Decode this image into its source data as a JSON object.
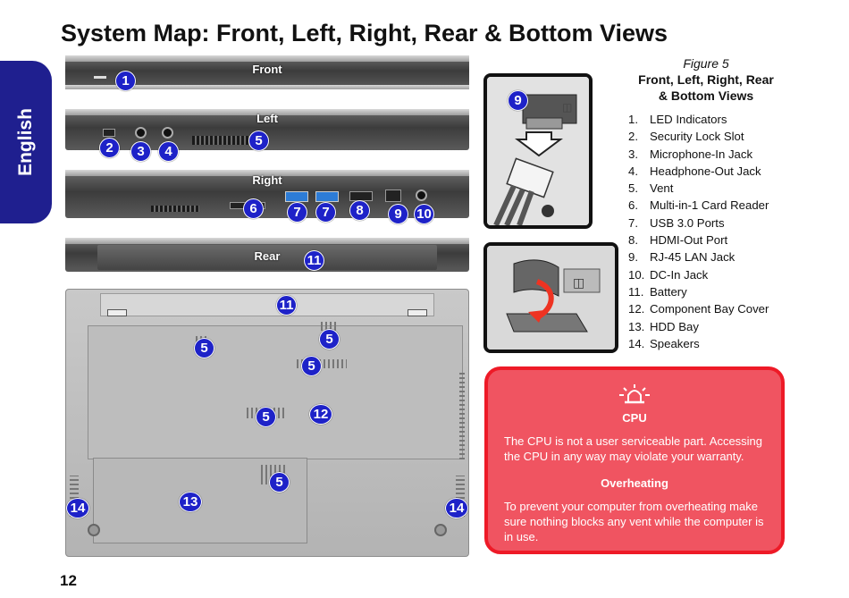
{
  "page": {
    "title": "System Map: Front, Left, Right, Rear & Bottom Views",
    "language_tab": "English",
    "page_number": "12"
  },
  "views": {
    "front_label": "Front",
    "left_label": "Left",
    "right_label": "Right",
    "rear_label": "Rear"
  },
  "callouts": {
    "c1": "1",
    "c2": "2",
    "c3": "3",
    "c4": "4",
    "c5": "5",
    "c6": "6",
    "c7": "7",
    "c8": "8",
    "c9": "9",
    "c10": "10",
    "c11": "11",
    "c12": "12",
    "c13": "13",
    "c14": "14"
  },
  "figure": {
    "number": "Figure 5",
    "name_line1": "Front, Left, Right, Rear",
    "name_line2": "& Bottom Views"
  },
  "legend": [
    {
      "num": "1.",
      "label": "LED Indicators"
    },
    {
      "num": "2.",
      "label": "Security Lock Slot"
    },
    {
      "num": "3.",
      "label": "Microphone-In Jack"
    },
    {
      "num": "4.",
      "label": "Headphone-Out Jack"
    },
    {
      "num": "5.",
      "label": "Vent"
    },
    {
      "num": "6.",
      "label": "Multi-in-1 Card Reader"
    },
    {
      "num": "7.",
      "label": "USB 3.0 Ports"
    },
    {
      "num": "8.",
      "label": "HDMI-Out Port"
    },
    {
      "num": "9.",
      "label": "RJ-45 LAN Jack"
    },
    {
      "num": "10.",
      "label": "DC-In Jack"
    },
    {
      "num": "11.",
      "label": "Battery"
    },
    {
      "num": "12.",
      "label": "Component Bay Cover"
    },
    {
      "num": "13.",
      "label": "HDD Bay"
    },
    {
      "num": "14.",
      "label": "Speakers"
    }
  ],
  "warning": {
    "heading1": "CPU",
    "text1": "The CPU is not a user serviceable part. Accessing the CPU in any way may violate your warranty.",
    "heading2": "Overheating",
    "text2": "To prevent your computer from overheating make sure nothing blocks any vent while the computer is in use.",
    "icon": "alarm-warning-icon"
  },
  "colors": {
    "tab_blue": "#1f1f8f",
    "callout_blue": "#1e22c8",
    "warning_fill": "#f05461",
    "warning_border": "#ee1a27"
  }
}
